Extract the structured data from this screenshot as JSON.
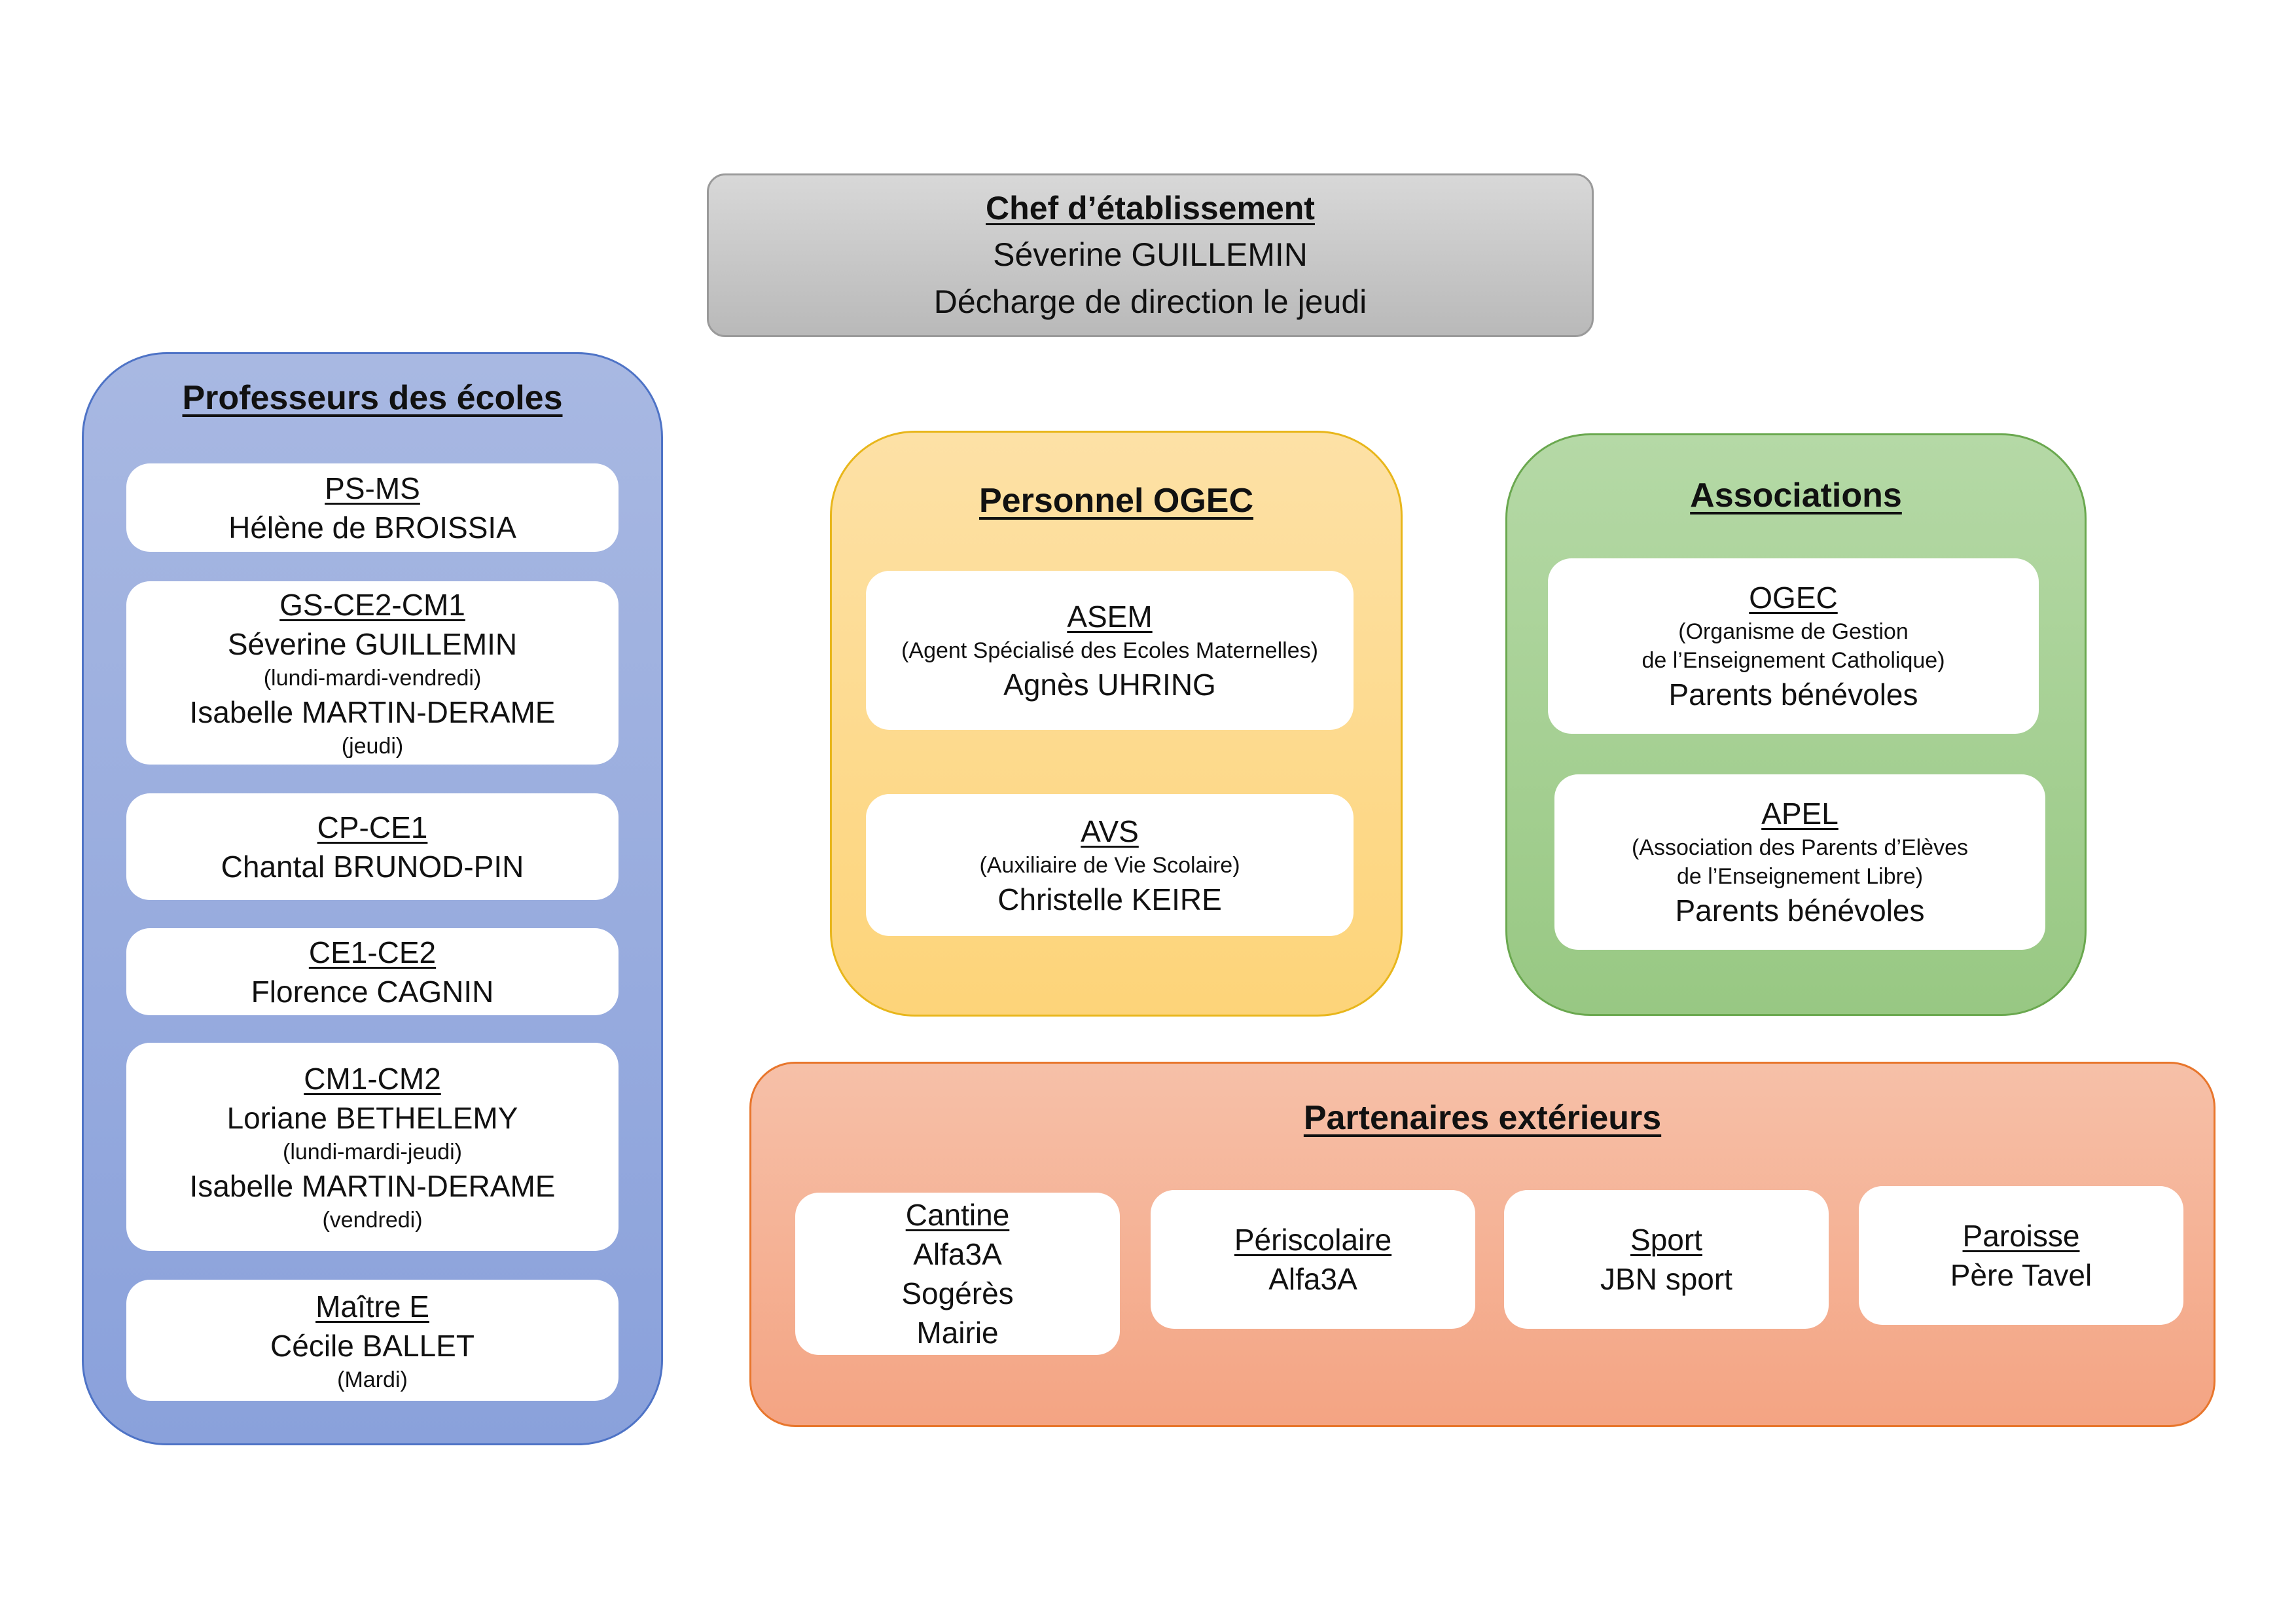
{
  "director": {
    "title": "Chef d’établissement",
    "name": "Séverine GUILLEMIN",
    "note": "Décharge de direction le jeudi"
  },
  "teachers": {
    "title": "Professeurs des écoles",
    "classes": [
      {
        "label": "PS-MS",
        "lines": [
          {
            "text": "Hélène de BROISSIA",
            "small": false
          }
        ]
      },
      {
        "label": "GS-CE2-CM1",
        "lines": [
          {
            "text": "Séverine GUILLEMIN",
            "small": false
          },
          {
            "text": "(lundi-mardi-vendredi)",
            "small": true
          },
          {
            "text": "Isabelle MARTIN-DERAME",
            "small": false
          },
          {
            "text": "(jeudi)",
            "small": true
          }
        ]
      },
      {
        "label": "CP-CE1",
        "lines": [
          {
            "text": "Chantal BRUNOD-PIN",
            "small": false
          }
        ]
      },
      {
        "label": "CE1-CE2",
        "lines": [
          {
            "text": "Florence CAGNIN",
            "small": false
          }
        ]
      },
      {
        "label": "CM1-CM2",
        "lines": [
          {
            "text": "Loriane BETHELEMY",
            "small": false
          },
          {
            "text": "(lundi-mardi-jeudi)",
            "small": true
          },
          {
            "text": "Isabelle MARTIN-DERAME",
            "small": false
          },
          {
            "text": "(vendredi)",
            "small": true
          }
        ]
      },
      {
        "label": "Maître E",
        "lines": [
          {
            "text": "Cécile BALLET",
            "small": false
          },
          {
            "text": "(Mardi)",
            "small": true
          }
        ]
      }
    ]
  },
  "ogec_staff": {
    "title": "Personnel OGEC",
    "roles": [
      {
        "label": "ASEM",
        "detail": "(Agent Spécialisé des Ecoles Maternelles)",
        "name": "Agnès UHRING"
      },
      {
        "label": "AVS",
        "detail": "(Auxiliaire de Vie Scolaire)",
        "name": "Christelle KEIRE"
      }
    ]
  },
  "associations": {
    "title": "Associations",
    "items": [
      {
        "label": "OGEC",
        "detail_1": "(Organisme de Gestion",
        "detail_2": "de l’Enseignement Catholique)",
        "name": "Parents bénévoles"
      },
      {
        "label": "APEL",
        "detail_1": "(Association des Parents d’Elèves",
        "detail_2": "de l’Enseignement Libre)",
        "name": "Parents bénévoles"
      }
    ]
  },
  "partners": {
    "title": "Partenaires extérieurs",
    "items": [
      {
        "label": "Cantine",
        "lines": [
          "Alfa3A",
          "Sogérès",
          "Mairie"
        ]
      },
      {
        "label": "Périscolaire",
        "lines": [
          "Alfa3A"
        ]
      },
      {
        "label": "Sport",
        "lines": [
          "JBN sport"
        ]
      },
      {
        "label": "Paroisse",
        "lines": [
          "Père Tavel"
        ]
      }
    ]
  }
}
